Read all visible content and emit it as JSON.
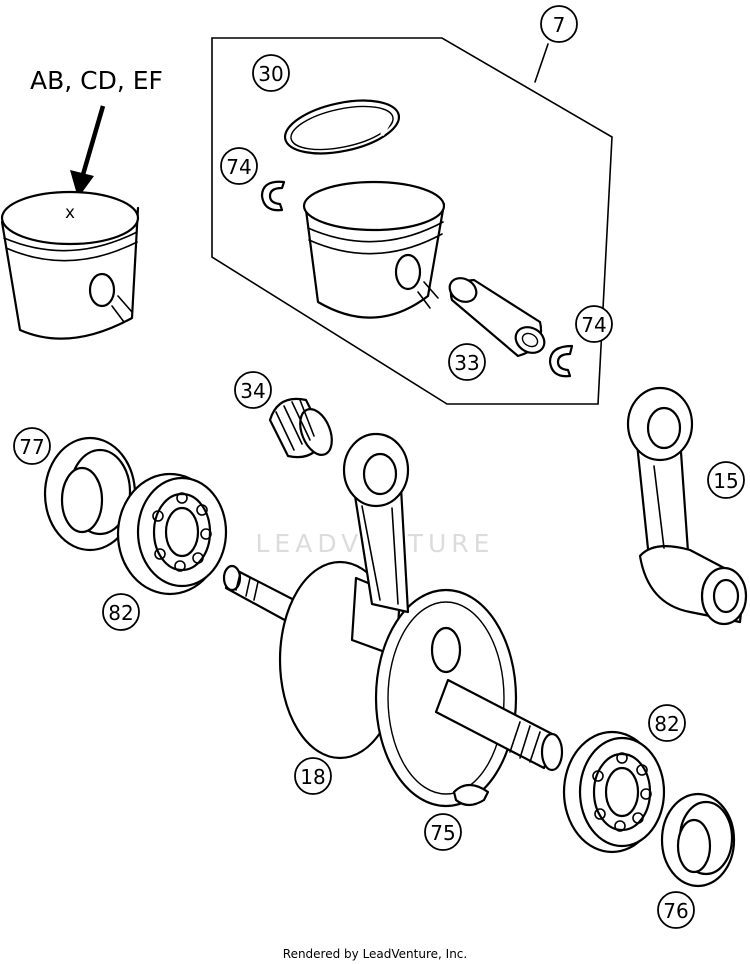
{
  "variant_marking": "AB, CD, EF",
  "piston_mark": "x",
  "watermark": "LEADVENTURE",
  "footer": "Rendered by LeadVenture, Inc.",
  "callouts": {
    "piston_kit": "7",
    "piston_ring": "30",
    "circlip_left": "74",
    "circlip_right": "74",
    "piston_pin": "33",
    "needle_bearing": "34",
    "con_rod": "15",
    "shaft_seal_left": "77",
    "ball_bearing_left": "82",
    "ball_bearing_right": "82",
    "crankshaft": "18",
    "woodruff_key": "75",
    "shaft_seal_right": "76"
  }
}
